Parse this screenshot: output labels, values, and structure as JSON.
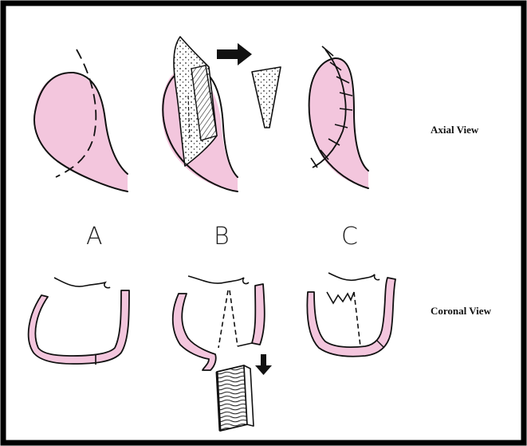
{
  "labels": {
    "axial": "Axial View",
    "coronal": "Coronal View"
  },
  "panels": [
    {
      "letter": "A"
    },
    {
      "letter": "B"
    },
    {
      "letter": "C"
    }
  ],
  "colors": {
    "tissue": "#f3c6dd",
    "outline": "#111111",
    "border": "#000000"
  }
}
